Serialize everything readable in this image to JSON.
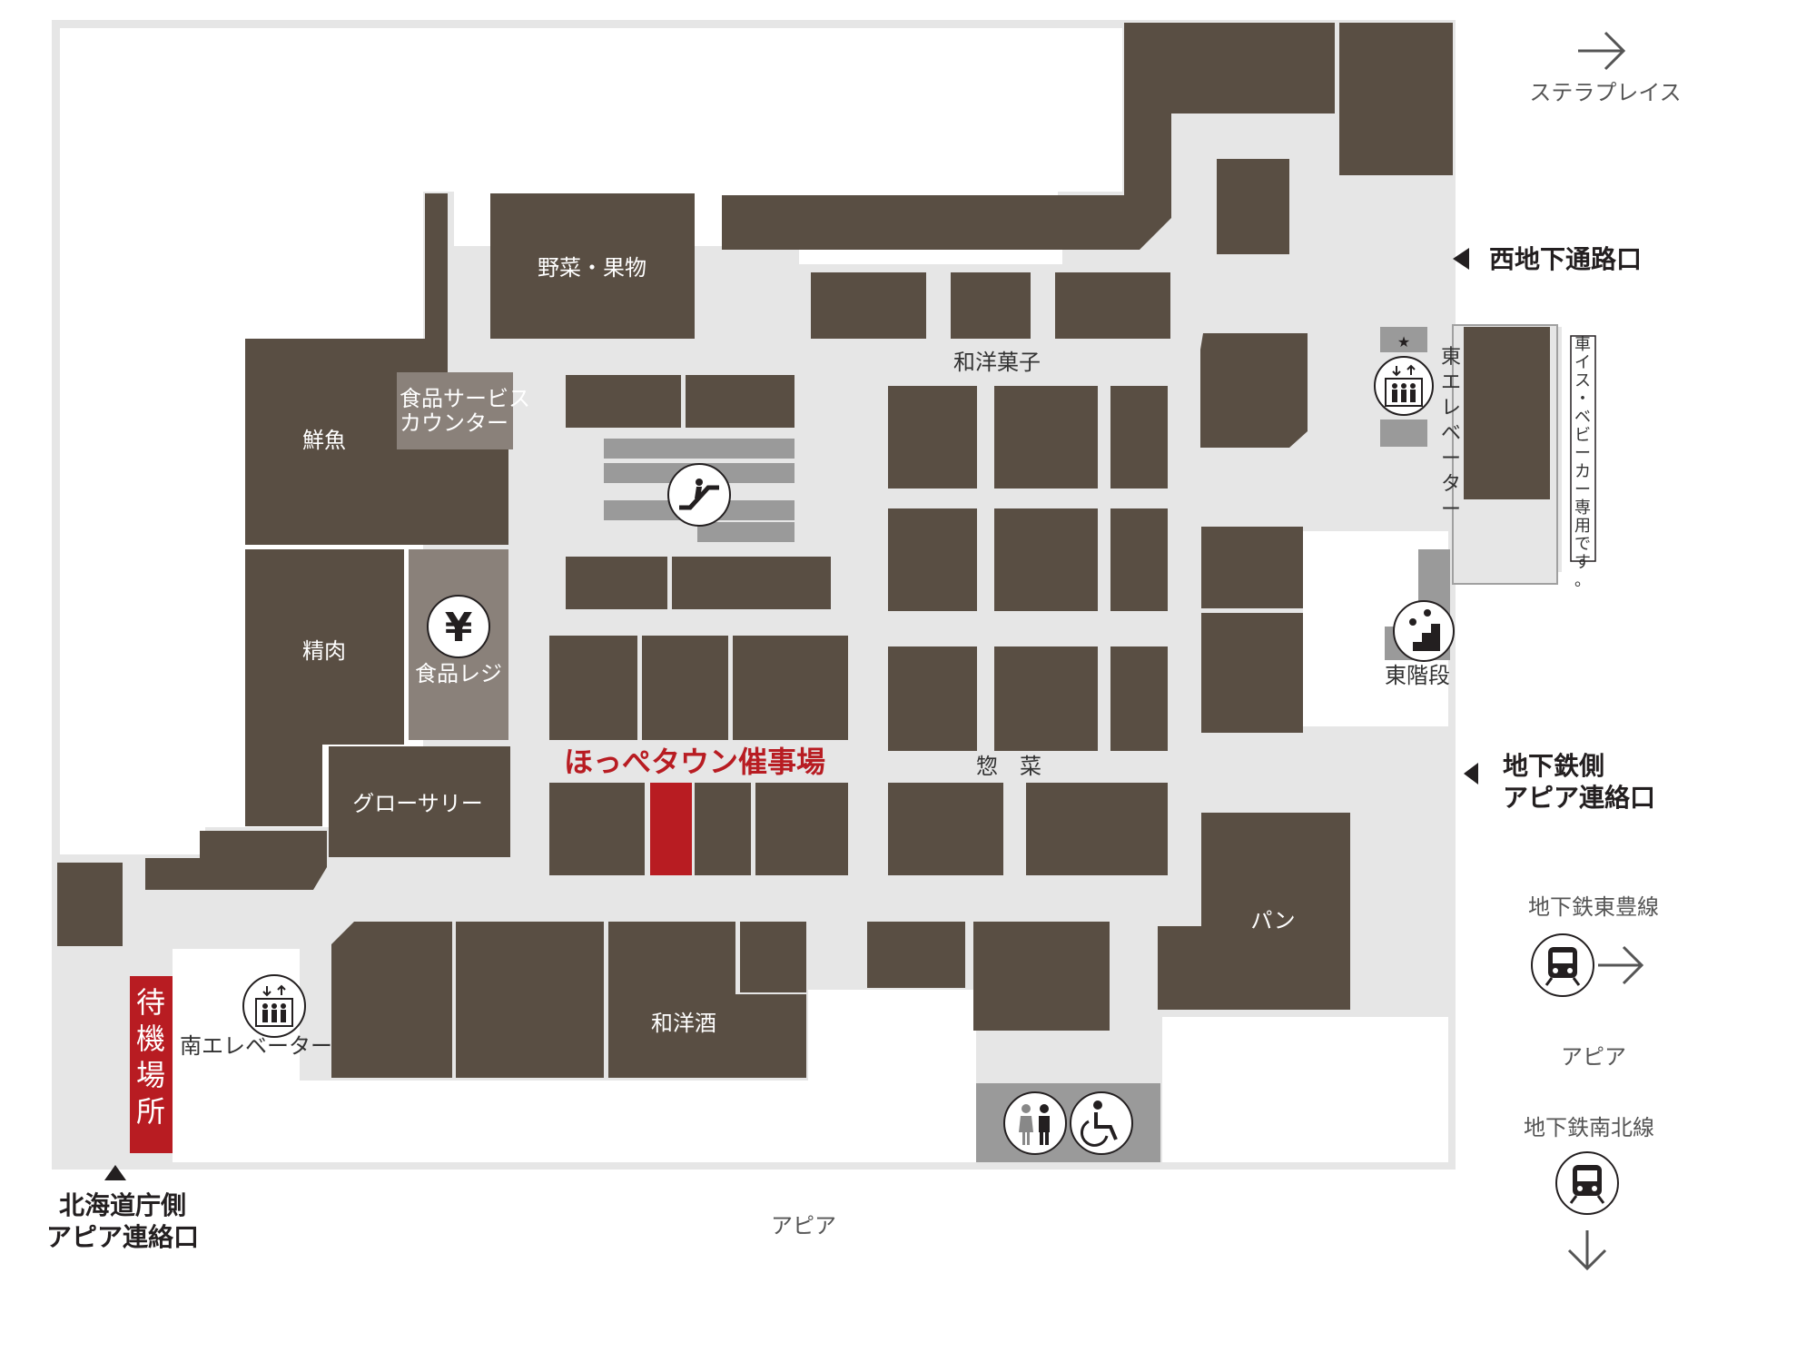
{
  "colors": {
    "shop": "#594e43",
    "corridor": "#e6e6e6",
    "service": "#8a817a",
    "facility": "#9a9a9a",
    "event": "#b81c22",
    "icon_bg": "#ffffff",
    "text_dark": "#231f20"
  },
  "zones": {
    "vegetables": "野菜・果物",
    "fish": "鮮魚",
    "meat": "精肉",
    "grocery": "グローサリー",
    "sweets": "和洋菓子",
    "deli": "惣　菜",
    "bread": "パン",
    "liquor": "和洋酒",
    "food_service_1": "食品サービス",
    "food_service_2": "カウンター",
    "register": "食品レジ",
    "event_space": "ほっぺタウン催事場"
  },
  "facilities": {
    "east_elevator": "東エレベーター",
    "east_stairs": "東階段",
    "south_elevator": "南エレベーター",
    "waiting_area": "待機場所",
    "wheelchair_note": "車イス・ベビーカー専用です。",
    "star": "★"
  },
  "exits": {
    "west_underground": "西地下通路口",
    "subway_side_1": "地下鉄側",
    "subway_side_2": "アピア連絡口",
    "hokkaido_side_1": "北海道庁側",
    "hokkaido_side_2": "アピア連絡口"
  },
  "surroundings": {
    "stellar_place": "ステラプレイス",
    "apia_bottom": "アピア",
    "apia_right": "アピア",
    "toho_line": "地下鉄東豊線",
    "nanboku_line": "地下鉄南北線"
  },
  "icons": {
    "escalator": "escalator-icon",
    "yen": "yen-icon",
    "elevator": "elevator-icon",
    "stairs": "stairs-icon",
    "restroom": "restroom-icon",
    "wheelchair": "wheelchair-icon",
    "train": "train-icon",
    "arrow": "arrow-icon"
  }
}
